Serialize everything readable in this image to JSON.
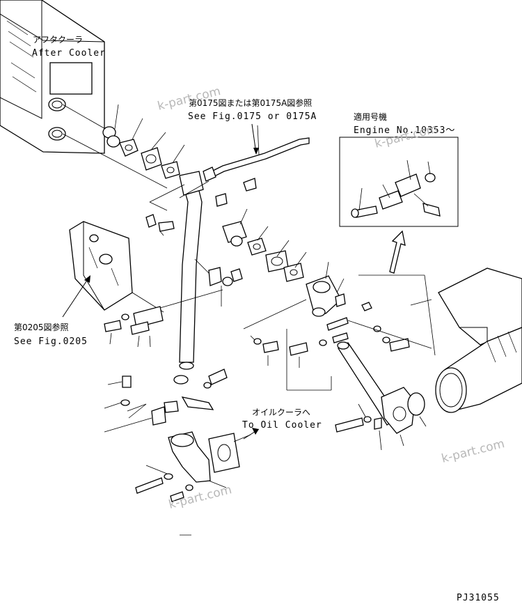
{
  "labels": {
    "aftercooler_jp": "アフタクーラ",
    "aftercooler_en": "After Cooler",
    "ref0175_jp": "第0175図または第0175A図参照",
    "ref0175_en": "See Fig.0175 or 0175A",
    "applicable_jp": "適用号機",
    "applicable_en": "Engine No.10353～",
    "ref0205_jp": "第0205図参照",
    "ref0205_en": "See Fig.0205",
    "oilcooler_jp": "オイルクーラへ",
    "oilcooler_en": "To Oil Cooler",
    "page_code": "PJ31055"
  },
  "watermarks": [
    "k-part.com",
    "k-part.com",
    "k-part.com",
    "k-part.com"
  ]
}
